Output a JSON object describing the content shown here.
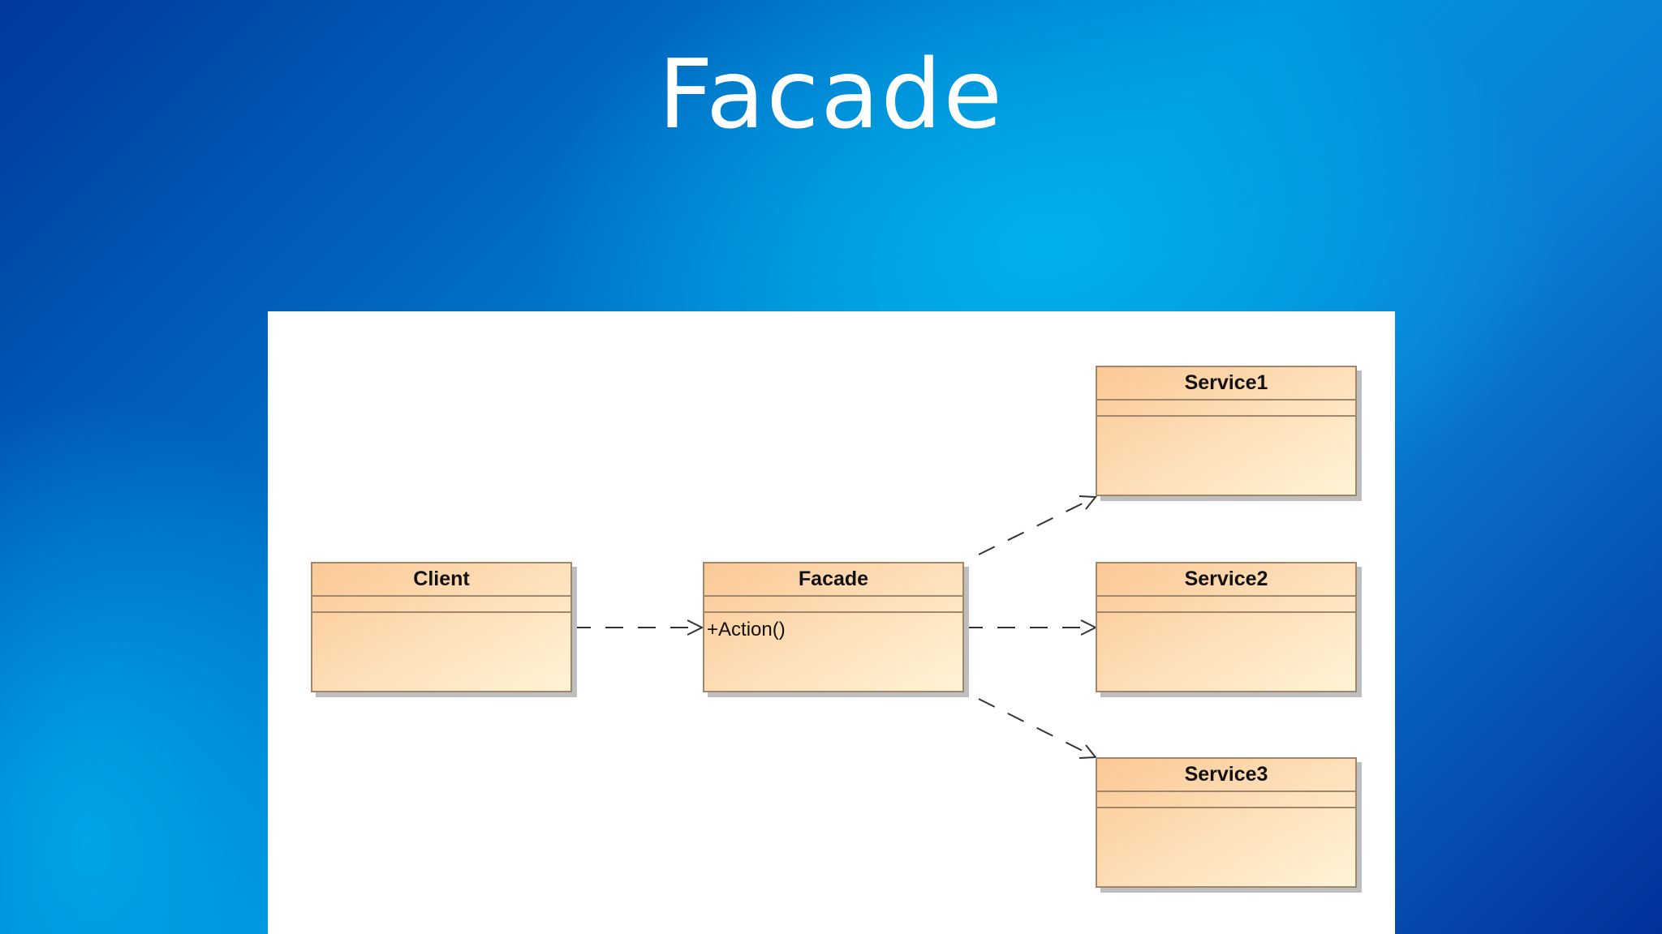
{
  "slide": {
    "title": "Facade"
  },
  "diagram": {
    "classes": {
      "client": {
        "name": "Client"
      },
      "facade": {
        "name": "Facade",
        "operation": "+Action()"
      },
      "service1": {
        "name": "Service1"
      },
      "service2": {
        "name": "Service2"
      },
      "service3": {
        "name": "Service3"
      }
    },
    "dependencies": [
      {
        "from": "Client",
        "to": "Facade",
        "style": "dashed-open-arrow"
      },
      {
        "from": "Facade",
        "to": "Service1",
        "style": "dashed-open-arrow"
      },
      {
        "from": "Facade",
        "to": "Service2",
        "style": "dashed-open-arrow"
      },
      {
        "from": "Facade",
        "to": "Service3",
        "style": "dashed-open-arrow"
      }
    ]
  },
  "colors": {
    "class_fill_start": "#fbc895",
    "class_fill_end": "#fff4d6",
    "class_border": "#a0866a",
    "connector": "#333333",
    "title_text": "#ffffff"
  }
}
